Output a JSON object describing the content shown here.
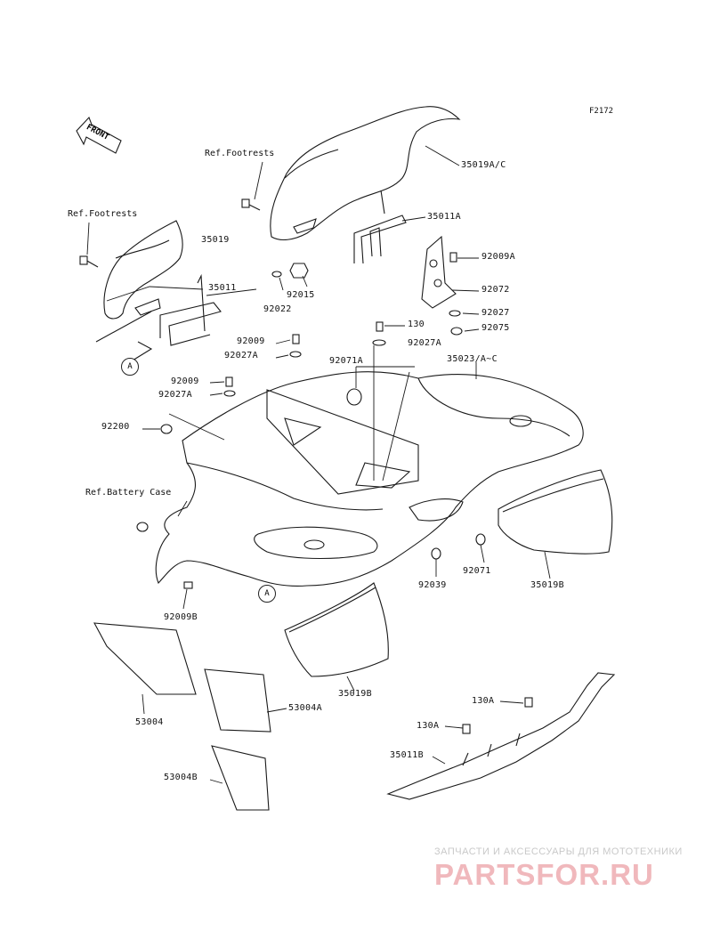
{
  "figure_id": "F2172",
  "front_label": "FRONT",
  "refs": {
    "footrests_1": "Ref.Footrests",
    "footrests_2": "Ref.Footrests",
    "battery_case": "Ref.Battery Case"
  },
  "markers": {
    "a1": "A",
    "a2": "A"
  },
  "parts": {
    "p35019AC": "35019A/C",
    "p35011A": "35011A",
    "p35019": "35019",
    "p35011": "35011",
    "p92015": "92015",
    "p92022": "92022",
    "p92009A": "92009A",
    "p92072": "92072",
    "p92027": "92027",
    "p92075": "92075",
    "p130": "130",
    "p92027A_top": "92027A",
    "p92009_a": "92009",
    "p92027A_a": "92027A",
    "p92071A": "92071A",
    "p35023": "35023/A~C",
    "p92009_b": "92009",
    "p92027A_b": "92027A",
    "p92200": "92200",
    "p92071": "92071",
    "p92039": "92039",
    "p35019B_r": "35019B",
    "p92009B": "92009B",
    "p35019B_c": "35019B",
    "p53004": "53004",
    "p53004A": "53004A",
    "p53004B": "53004B",
    "p130A_1": "130A",
    "p130A_2": "130A",
    "p35011B": "35011B"
  },
  "watermark": {
    "tagline": "ЗАПЧАСТИ И АКСЕССУАРЫ ДЛЯ МОТОТЕХНИКИ",
    "brand": "PARTSFOR.RU"
  }
}
